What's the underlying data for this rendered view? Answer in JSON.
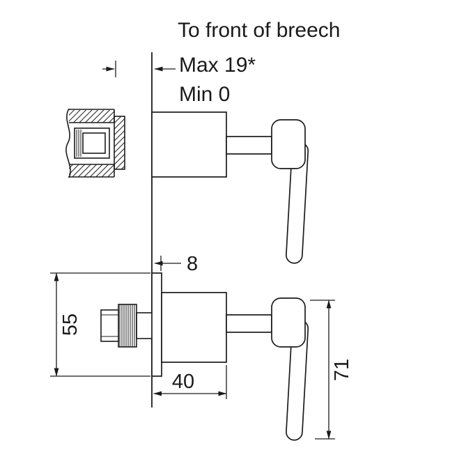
{
  "drawing": {
    "title": "To front of breech",
    "max_label": "Max 19*",
    "min_label": "Min 0",
    "dim_offset": "8",
    "dim_height": "55",
    "dim_width": "40",
    "dim_handle": "71",
    "colors": {
      "line": "#1b1b1b",
      "background": "#ffffff"
    }
  }
}
